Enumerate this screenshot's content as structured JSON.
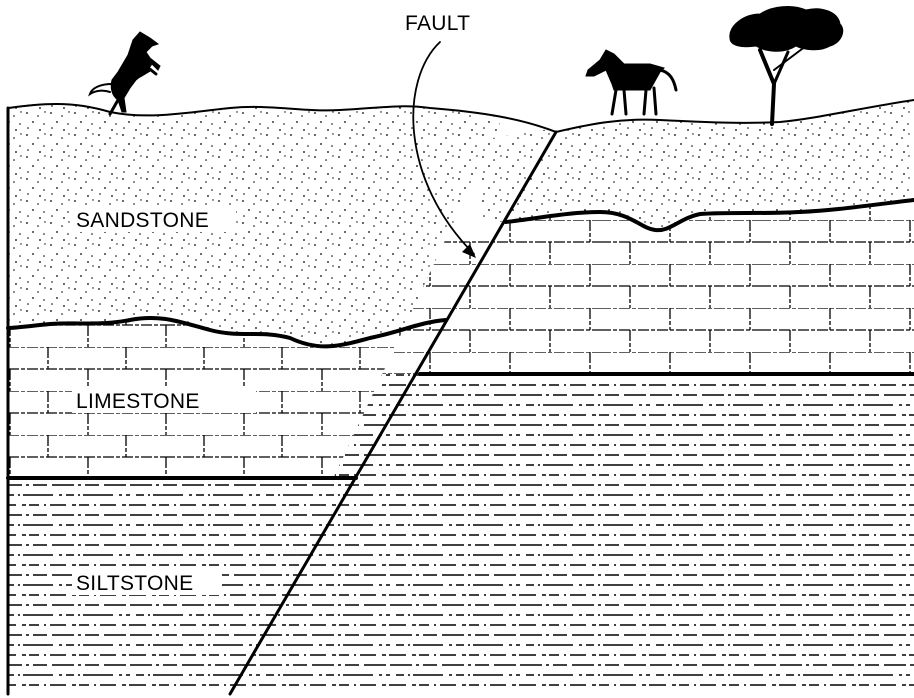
{
  "labels": {
    "fault": "FAULT",
    "sandstone": "SANDSTONE",
    "limestone": "LIMESTONE",
    "siltstone": "SILTSTONE"
  },
  "icons": [
    "rearing-horse-icon",
    "standing-horse-icon",
    "acacia-tree-icon"
  ],
  "colors": {
    "ink": "#000000",
    "paper": "#ffffff"
  }
}
